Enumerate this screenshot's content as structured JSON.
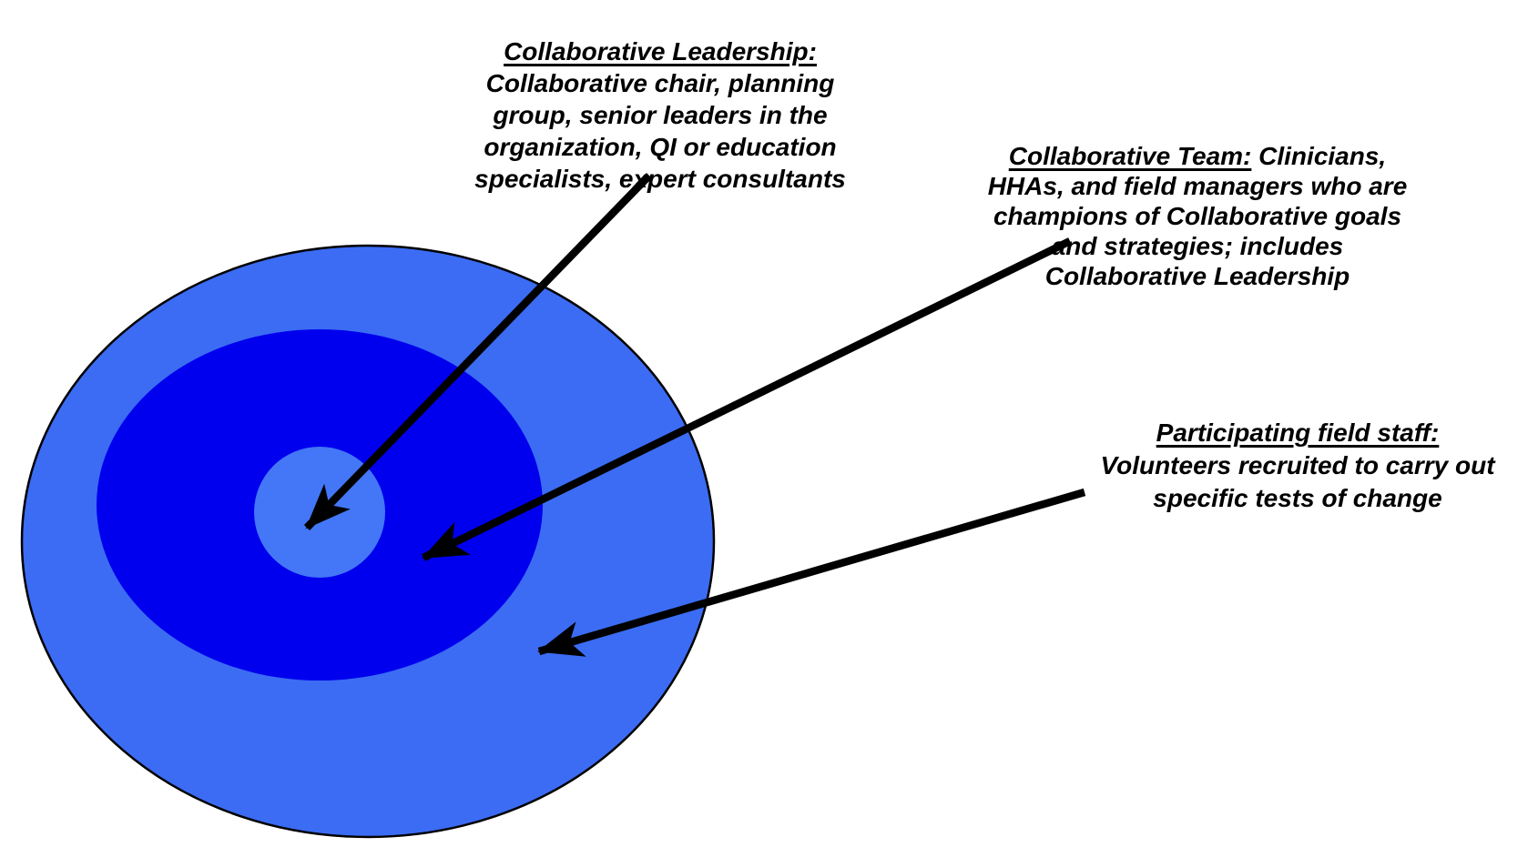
{
  "diagram": {
    "type": "concentric-rings",
    "rings": [
      {
        "level": "inner",
        "label": "Collaborative Leadership",
        "color_key": "inner_circle"
      },
      {
        "level": "middle",
        "label": "Collaborative Team",
        "color_key": "middle_ring"
      },
      {
        "level": "outer",
        "label": "Participating field staff",
        "color_key": "outer_ring"
      }
    ]
  },
  "colors": {
    "background": "#FFFFFF",
    "outer_ring": "#3B6CF3",
    "middle_ring": "#0000EE",
    "inner_circle": "#4377F7",
    "outline": "#000000",
    "arrow": "#000000"
  },
  "labels": [
    {
      "heading": "Collaborative Leadership:",
      "body": "Collaborative chair, planning\ngroup, senior leaders in the\norganization, QI or education\nspecialists, expert consultants"
    },
    {
      "heading": "Collaborative Team:",
      "body": " Clinicians,\nHHAs, and field managers who are\nchampions of Collaborative goals\nand strategies; includes\nCollaborative Leadership"
    },
    {
      "heading": "Participating field staff:",
      "body": "Volunteers recruited to carry out\nspecific tests of change"
    }
  ]
}
